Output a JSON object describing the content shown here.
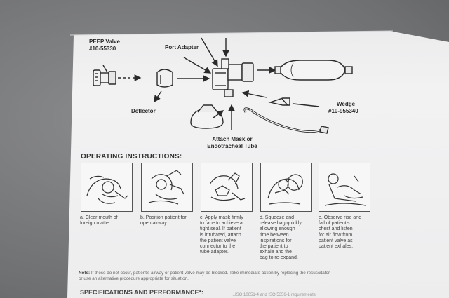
{
  "labels": {
    "peep_valve": "PEEP Valve",
    "peep_part": "#10-55330",
    "port_adapter": "Port Adapter",
    "deflector": "Deflector",
    "wedge": "Wedge",
    "wedge_part": "#10-955340",
    "attach_line1": "Attach Mask or",
    "attach_line2": "Endotracheal Tube"
  },
  "instructions": {
    "title": "OPERATING INSTRUCTIONS:",
    "steps": [
      {
        "text": "a.  Clear mouth of\n     foreign matter."
      },
      {
        "text": "b.  Position patient for\n     open airway."
      },
      {
        "text": "c.  Apply mask firmly\n     to face to achieve a\n     tight seal. If patient\n     is intubated, attach\n     the patient valve\n     connector to the\n     tube adapter."
      },
      {
        "text": "d.  Squeeze and\n     release bag quickly,\n     allowing enough\n     time between\n     inspirations for\n     the patient to\n     exhale and the\n     bag to re-expand."
      },
      {
        "text": "e.  Observe rise and\n     fall of patient's\n     chest and listen\n     for air flow from\n     patient valve as\n     patient exhales."
      }
    ]
  },
  "note": {
    "label": "Note:",
    "text": " If these do not occur, patient's airway or patient valve may be blocked. Take immediate action by replacing the resuscitator\nor use an alternative procedure appropriate for situation."
  },
  "specs": {
    "title": "SPECIFICATIONS AND PERFORMANCE*:",
    "faint_text": "...ISO 10651-4 and ISO 5356-1 requirements."
  }
}
